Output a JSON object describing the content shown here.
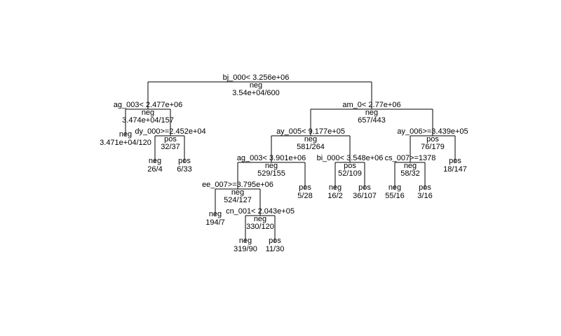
{
  "tree": {
    "nodes": {
      "root": {
        "split": "bj_000< 3.256e+06",
        "class": "neg",
        "counts": "3.54e+04/600"
      },
      "L": {
        "split": "ag_003< 2.477e+06",
        "class": "neg",
        "counts": "3.474e+04/157"
      },
      "LL": {
        "class": "neg",
        "counts": "3.471e+04/120"
      },
      "LR": {
        "split": "dy_000>=2.452e+04",
        "class": "pos",
        "counts": "32/37"
      },
      "LRL": {
        "class": "neg",
        "counts": "26/4"
      },
      "LRR": {
        "class": "pos",
        "counts": "6/33"
      },
      "R": {
        "split": "am_0< 2.77e+06",
        "class": "neg",
        "counts": "657/443"
      },
      "RL": {
        "split": "ay_005< 9.177e+05",
        "class": "neg",
        "counts": "581/264"
      },
      "RLL": {
        "split": "ag_003< 3.901e+06",
        "class": "neg",
        "counts": "529/155"
      },
      "RLLL": {
        "split": "ee_007>=3.795e+06",
        "class": "neg",
        "counts": "524/127"
      },
      "RLLLL": {
        "class": "neg",
        "counts": "194/7"
      },
      "RLLLR": {
        "split": "cn_001< 2.043e+05",
        "class": "neg",
        "counts": "330/120"
      },
      "RLLLRL": {
        "class": "neg",
        "counts": "319/90"
      },
      "RLLLRR": {
        "class": "pos",
        "counts": "11/30"
      },
      "RLLR": {
        "class": "pos",
        "counts": "5/28"
      },
      "RLR": {
        "split": "bi_000< 3.548e+06",
        "class": "pos",
        "counts": "52/109"
      },
      "RLRL": {
        "class": "neg",
        "counts": "16/2"
      },
      "RLRR": {
        "class": "pos",
        "counts": "36/107"
      },
      "RR": {
        "split": "ay_006>=3.439e+05",
        "class": "pos",
        "counts": "76/179"
      },
      "RRL": {
        "split": "cs_007>=1378",
        "class": "neg",
        "counts": "58/32"
      },
      "RRLL": {
        "class": "neg",
        "counts": "55/16"
      },
      "RRLR": {
        "class": "pos",
        "counts": "3/16"
      },
      "RRR": {
        "class": "pos",
        "counts": "18/147"
      }
    },
    "edges": [
      [
        "root",
        "L"
      ],
      [
        "root",
        "R"
      ],
      [
        "L",
        "LL"
      ],
      [
        "L",
        "LR"
      ],
      [
        "LR",
        "LRL"
      ],
      [
        "LR",
        "LRR"
      ],
      [
        "R",
        "RL"
      ],
      [
        "R",
        "RR"
      ],
      [
        "RL",
        "RLL"
      ],
      [
        "RL",
        "RLR"
      ],
      [
        "RLL",
        "RLLL"
      ],
      [
        "RLL",
        "RLLR"
      ],
      [
        "RLLL",
        "RLLLL"
      ],
      [
        "RLLL",
        "RLLLR"
      ],
      [
        "RLLLR",
        "RLLLRL"
      ],
      [
        "RLLLR",
        "RLLLRR"
      ],
      [
        "RLR",
        "RLRL"
      ],
      [
        "RLR",
        "RLRR"
      ],
      [
        "RR",
        "RRL"
      ],
      [
        "RR",
        "RRR"
      ],
      [
        "RRL",
        "RRLL"
      ],
      [
        "RRL",
        "RRLR"
      ]
    ]
  }
}
